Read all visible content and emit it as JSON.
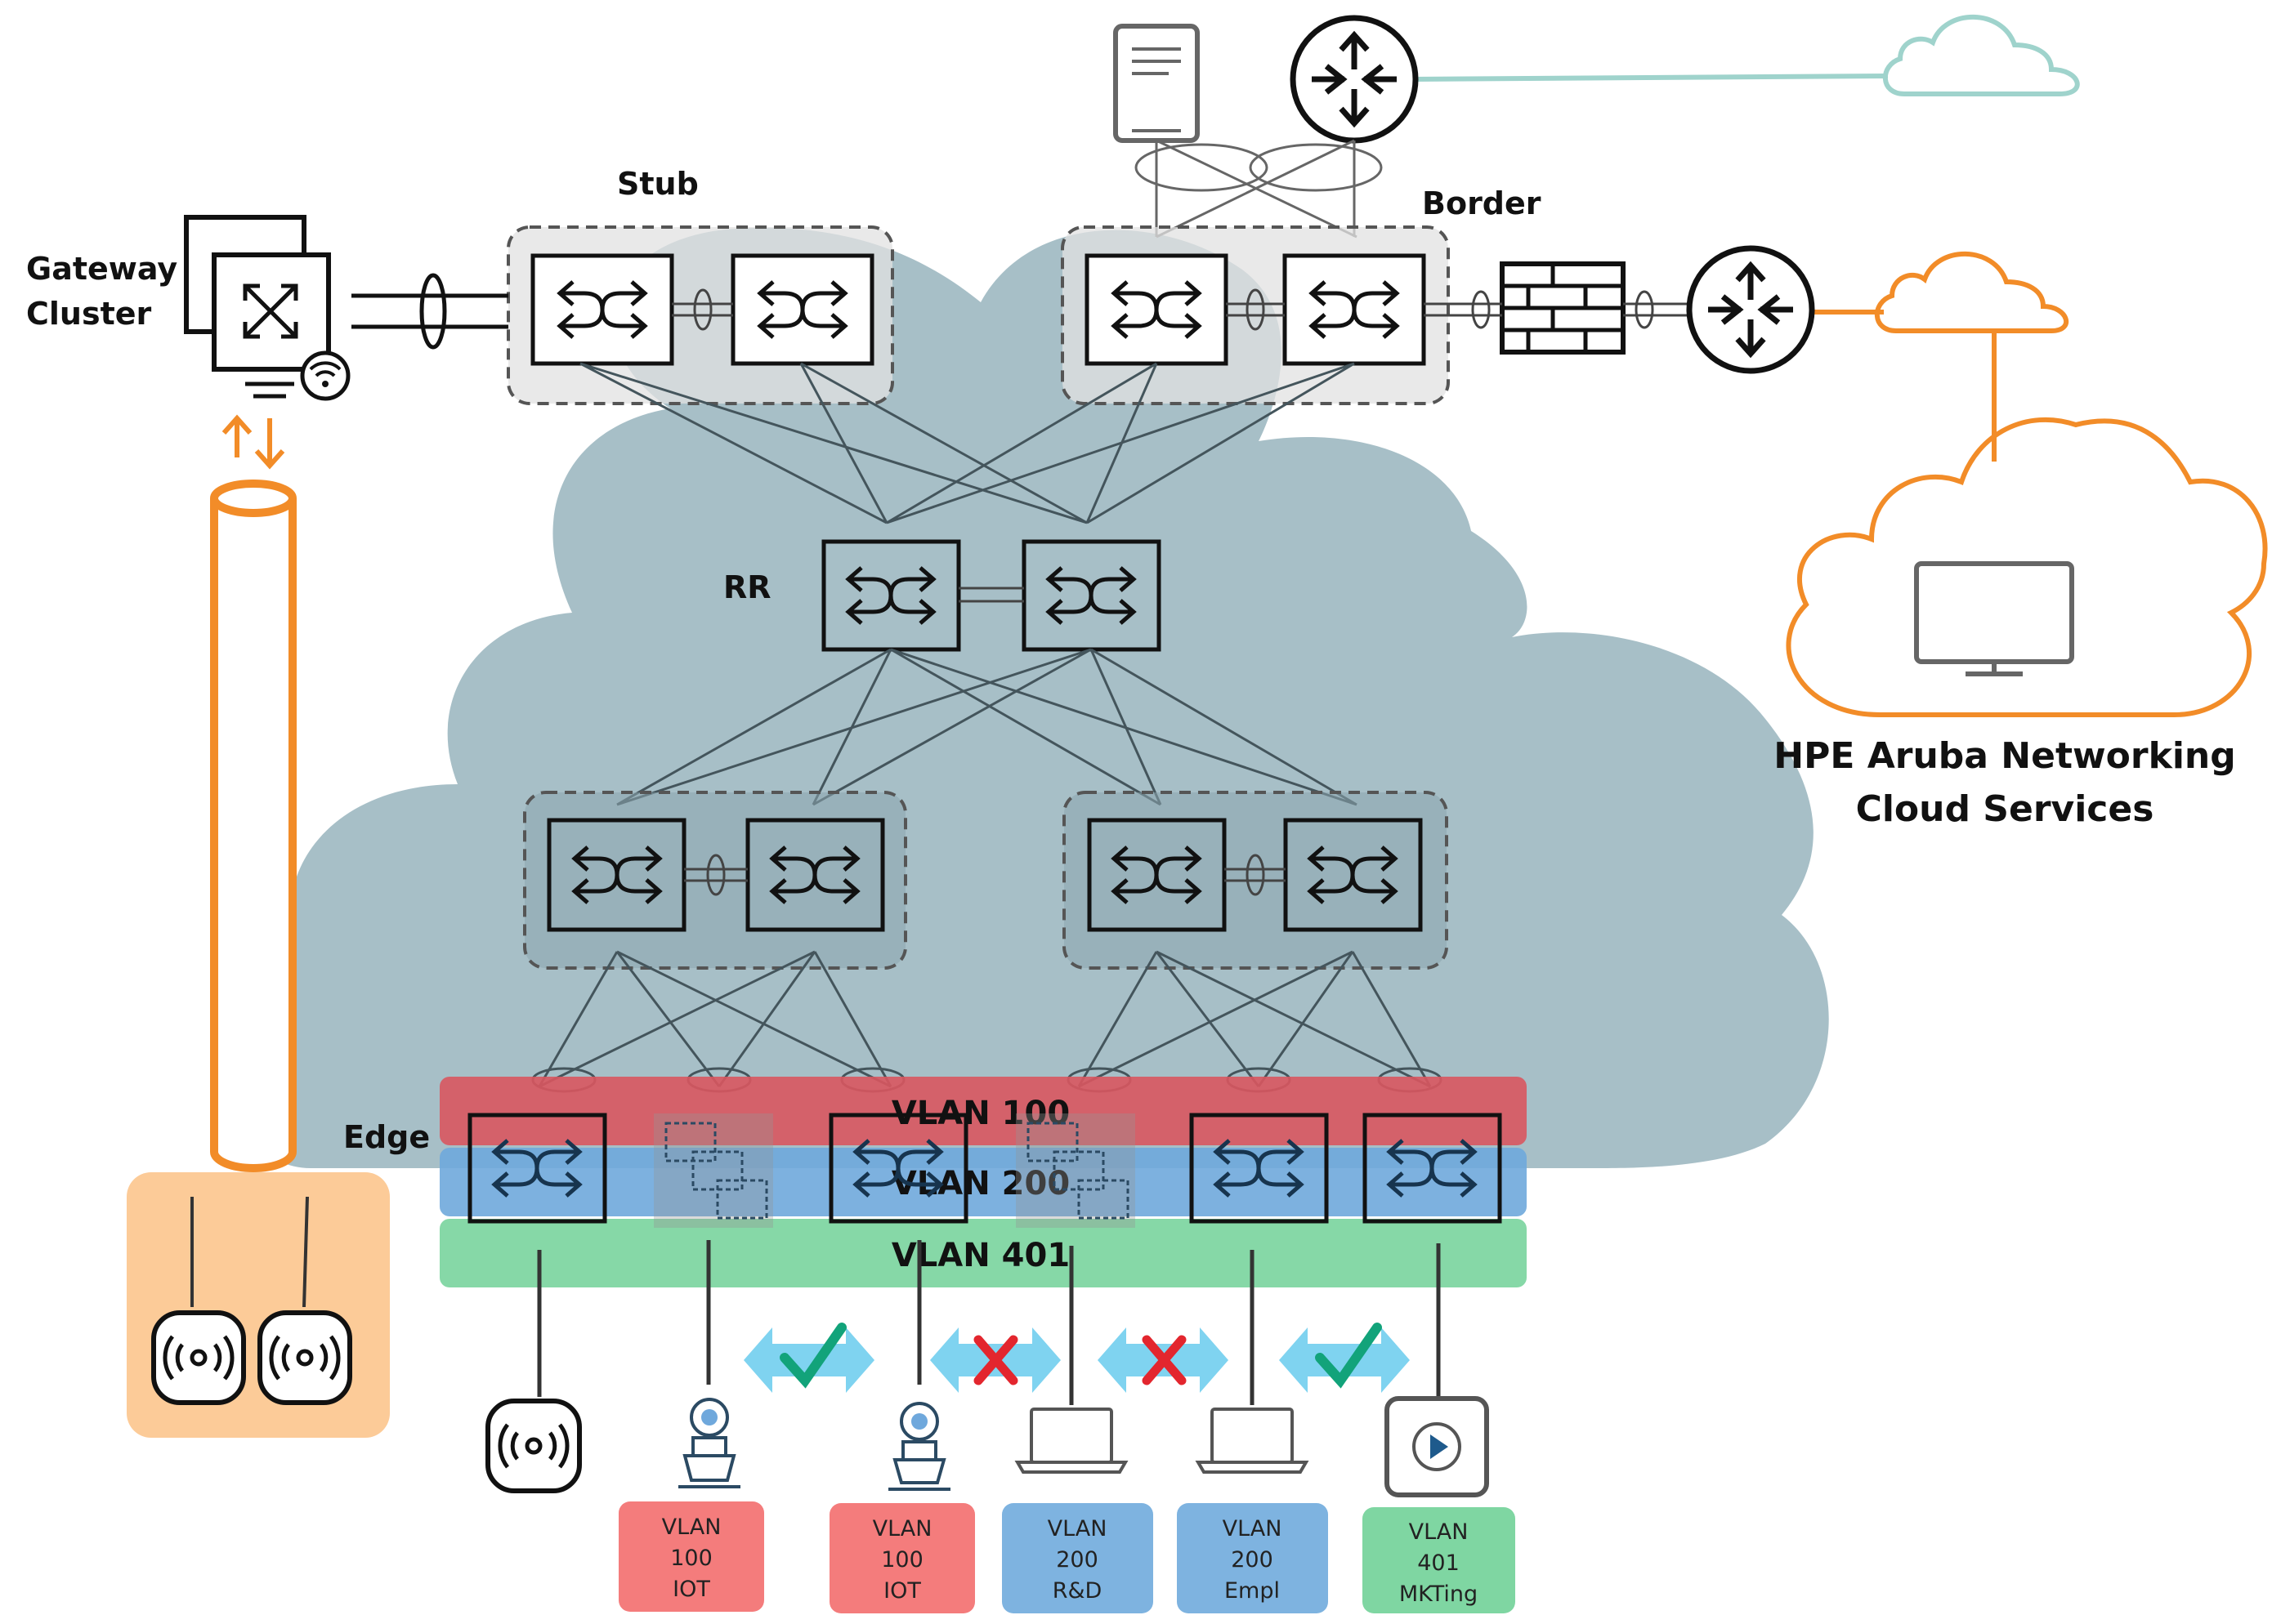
{
  "labels": {
    "gateway_line1": "Gateway",
    "gateway_line2": "Cluster",
    "stub": "Stub",
    "border": "Border",
    "rr": "RR",
    "edge": "Edge",
    "cloud_line1": "HPE Aruba Networking",
    "cloud_line2": "Cloud Services"
  },
  "vlans": [
    {
      "label": "VLAN 100",
      "color": "#D9575F"
    },
    {
      "label": "VLAN 200",
      "color": "#6FA8DC"
    },
    {
      "label": "VLAN 401",
      "color": "#7FD6A2"
    }
  ],
  "endpoints": [
    {
      "vlan": "VLAN",
      "id": "100",
      "name": "IOT",
      "color": "#F47C7C"
    },
    {
      "vlan": "VLAN",
      "id": "100",
      "name": "IOT",
      "color": "#F47C7C"
    },
    {
      "vlan": "VLAN",
      "id": "200",
      "name": "R&D",
      "color": "#7EB3E0"
    },
    {
      "vlan": "VLAN",
      "id": "200",
      "name": "Empl",
      "color": "#7EB3E0"
    },
    {
      "vlan": "VLAN",
      "id": "401",
      "name": "MKTing",
      "color": "#7FD6A2"
    }
  ],
  "policy": [
    {
      "result": "allow"
    },
    {
      "result": "deny"
    },
    {
      "result": "deny"
    },
    {
      "result": "allow"
    }
  ],
  "colors": {
    "fabric_cloud": "#A7BFC7",
    "aruba_orange": "#F28C28",
    "internet_teal": "#9FD3CC",
    "allow": "#12A37A",
    "deny": "#E3262E",
    "arrow": "#7FD3F0"
  }
}
